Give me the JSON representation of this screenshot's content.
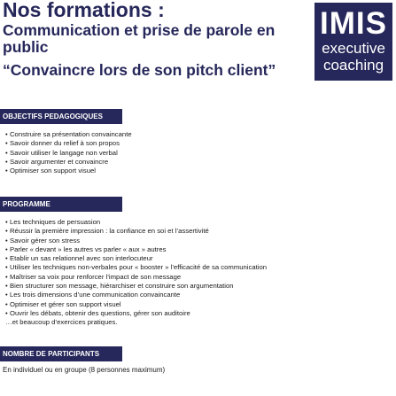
{
  "header": {
    "title": "Nos formations :",
    "subtitle": "Communication et prise de parole en public",
    "tagline": "“Convaincre lors de son pitch client”"
  },
  "logo": {
    "main": "IMIS",
    "line1": "executive",
    "line2": "coaching"
  },
  "colors": {
    "brand": "#26275a",
    "text": "#1a1a1a"
  },
  "objectifs": {
    "heading": "OBJECTIFS PEDAGOGIQUES",
    "items": [
      "Construire sa présentation convaincante",
      "Savoir donner du relief à son propos",
      "Savoir utiliser le langage non verbal",
      "Savoir argumenter et convaincre",
      "Optimiser son support visuel"
    ]
  },
  "programme": {
    "heading": "PROGRAMME",
    "items": [
      "Les techniques de persuasion",
      "Réussir la première impression : la confiance en soi et l’assertivité",
      "Savoir gérer son stress",
      "Parler « devant » les autres vs parler « aux » autres",
      "Etablir un sas relationnel avec son interlocuteur",
      "Utiliser les techniques non-verbales pour « booster » l’efficacité de sa communication",
      "Maîtriser sa voix pour renforcer l’impact de son message",
      "Bien structurer son message, hiérarchiser et construire son argumentation",
      "Les trois dimensions d’une communication convaincante",
      "Optimiser et gérer son support visuel",
      "Ouvrir les débats, obtenir des questions, gérer son auditoire"
    ],
    "closing": "…et beaucoup d’exercices pratiques."
  },
  "participants": {
    "heading": "NOMBRE DE PARTICIPANTS",
    "text": "En individuel ou en groupe (8 personnes maximum)"
  }
}
